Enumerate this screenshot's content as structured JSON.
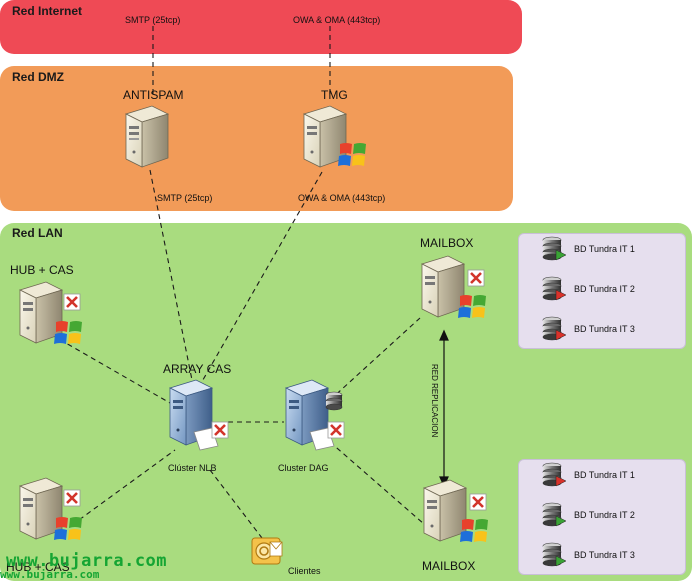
{
  "zones": {
    "internet": {
      "title": "Red Internet",
      "color": "#ef4a55"
    },
    "dmz": {
      "title": "Red DMZ",
      "color": "#f29b58"
    },
    "lan": {
      "title": "Red LAN",
      "color": "#a9dc7f"
    }
  },
  "links": {
    "smtp_internet": "SMTP (25tcp)",
    "owa_internet": "OWA & OMA (443tcp)",
    "smtp_dmz": "SMTP (25tcp)",
    "owa_dmz": "OWA & OMA (443tcp)",
    "replication": "RED REPLICACION"
  },
  "nodes": {
    "antispam": "ANTISPAM",
    "tmg": "TMG",
    "hub_cas_top": "HUB + CAS",
    "hub_cas_bottom": "HUB + CAS",
    "array_cas": "ARRAY CAS",
    "cluster_nlb": "Clúster NLB",
    "cluster_dag": "Cluster DAG",
    "mailbox_top": "MAILBOX",
    "mailbox_bottom": "MAILBOX",
    "clients": "Clientes"
  },
  "databases_top": [
    {
      "label": "BD Tundra IT 1",
      "status_color": "#3aa335"
    },
    {
      "label": "BD Tundra IT 2",
      "status_color": "#d9322b"
    },
    {
      "label": "BD Tundra IT 3",
      "status_color": "#d9322b"
    }
  ],
  "databases_bottom": [
    {
      "label": "BD Tundra IT 1",
      "status_color": "#d9322b"
    },
    {
      "label": "BD Tundra IT 2",
      "status_color": "#3aa335"
    },
    {
      "label": "BD Tundra IT 3",
      "status_color": "#3aa335"
    }
  ],
  "watermark": {
    "line1": "www.bujarra.com",
    "line2": "www.bujarra.com"
  }
}
